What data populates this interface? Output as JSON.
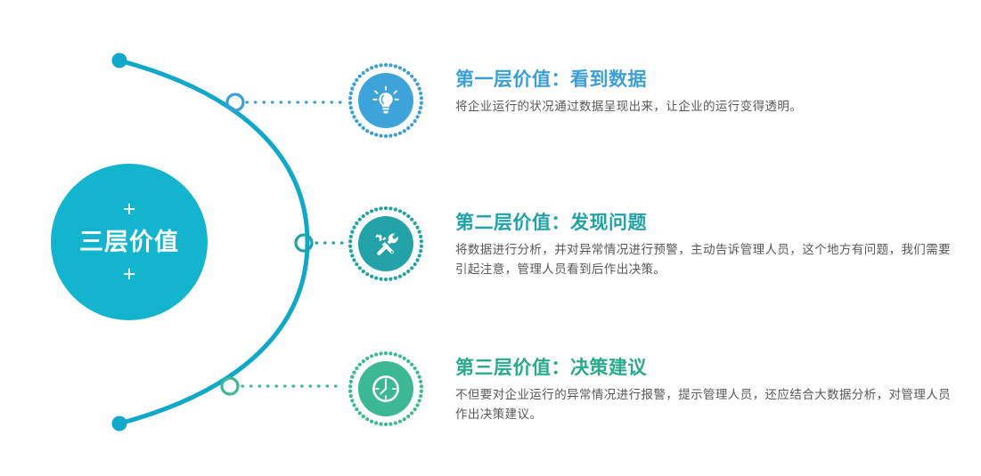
{
  "colors": {
    "hub": "#13b5ce",
    "arc": "#0fa8c8",
    "node_1": "#3c9fd5",
    "node_2": "#22a2a6",
    "node_3": "#3db894",
    "icon_1": "#3ea3d8",
    "icon_2": "#23a3a8",
    "icon_3": "#3db894",
    "title_1": "#3c9fd5",
    "title_2": "#22a2a6",
    "title_3": "#2aa98c",
    "body_text": "#58595b"
  },
  "hub": {
    "label": "三层价值",
    "plus_top": "+",
    "plus_bottom": "+"
  },
  "items": [
    {
      "icon": "lightbulb-icon",
      "title": "第一层价值：看到数据",
      "body": "将企业运行的状况通过数据呈现出来，让企业的运行变得透明。"
    },
    {
      "icon": "hammer-wrench-icon",
      "title": "第二层价值：发现问题",
      "body": "将数据进行分析，并对异常情况进行预警，主动告诉管理人员，这个地方有问题，我们需要引起注意，管理人员看到后作出决策。"
    },
    {
      "icon": "clock-icon",
      "title": "第三层价值：决策建议",
      "body": "不但要对企业运行的异常情况进行报警，提示管理人员，还应结合大数据分析，对管理人员作出决策建议。"
    }
  ]
}
